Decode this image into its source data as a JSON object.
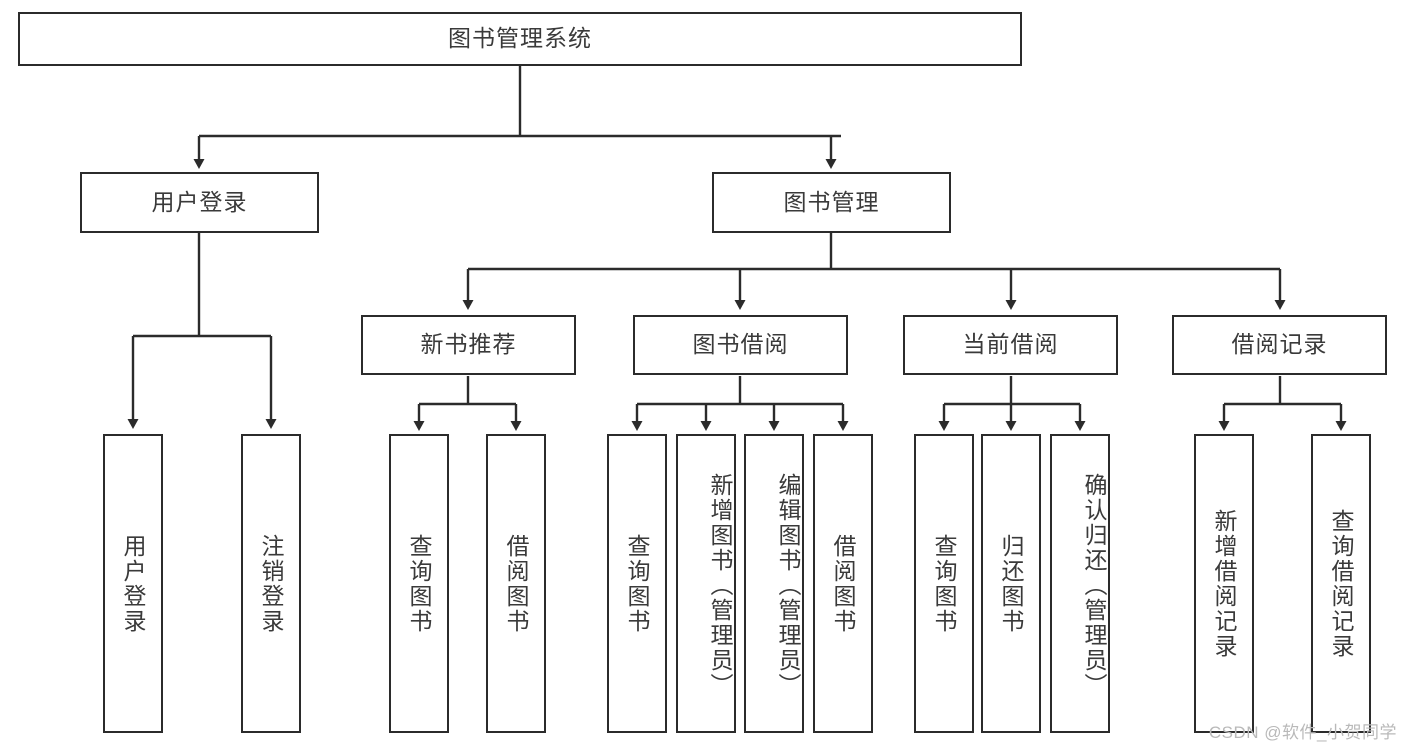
{
  "diagram": {
    "type": "tree-hierarchy",
    "title": "图书管理系统",
    "watermark": "CSDN @软件_小贺同学",
    "colors": {
      "stroke": "#2b2b2b",
      "text": "#3a3a3a",
      "background": "#ffffff",
      "watermark": "#b9b9b9"
    },
    "root": {
      "label": "图书管理系统"
    },
    "level2": [
      {
        "label": "用户登录"
      },
      {
        "label": "图书管理"
      }
    ],
    "level3": [
      {
        "label": "新书推荐"
      },
      {
        "label": "图书借阅"
      },
      {
        "label": "当前借阅"
      },
      {
        "label": "借阅记录"
      }
    ],
    "leaves": {
      "user_login": [
        {
          "label": "用户登录"
        },
        {
          "label": "注销登录"
        }
      ],
      "new_book_recommend": [
        {
          "label": "查询图书"
        },
        {
          "label": "借阅图书"
        }
      ],
      "book_borrow": [
        {
          "label": "查询图书"
        },
        {
          "label": "新增图书（管理员）"
        },
        {
          "label": "编辑图书（管理员）"
        },
        {
          "label": "借阅图书"
        }
      ],
      "current_borrow": [
        {
          "label": "查询图书"
        },
        {
          "label": "归还图书"
        },
        {
          "label": "确认归还（管理员）"
        }
      ],
      "borrow_record": [
        {
          "label": "新增借阅记录"
        },
        {
          "label": "查询借阅记录"
        }
      ]
    }
  }
}
